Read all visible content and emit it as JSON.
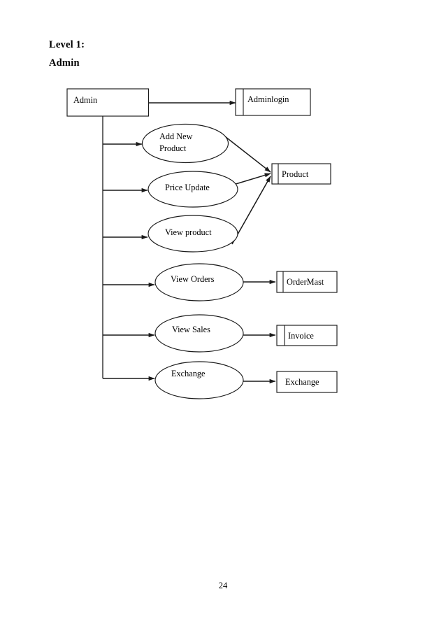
{
  "document": {
    "heading_line1": "Level 1:",
    "heading_line2": "Admin",
    "page_number": "24"
  },
  "chart_data": {
    "type": "diagram",
    "diagram_kind": "data-flow-diagram",
    "title": "Level 1: Admin",
    "external_entities": [
      {
        "id": "admin",
        "label": "Admin",
        "shape": "rectangle"
      }
    ],
    "processes": [
      {
        "id": "add-new-product",
        "label": "Add New Product",
        "label_lines": [
          "Add New",
          "Product"
        ],
        "shape": "ellipse"
      },
      {
        "id": "price-update",
        "label": "Price Update",
        "label_lines": [
          "Price Update"
        ],
        "shape": "ellipse"
      },
      {
        "id": "view-product",
        "label": "View product",
        "label_lines": [
          "View product"
        ],
        "shape": "ellipse"
      },
      {
        "id": "view-orders",
        "label": "View Orders",
        "label_lines": [
          "View Orders"
        ],
        "shape": "ellipse"
      },
      {
        "id": "view-sales",
        "label": "View Sales",
        "label_lines": [
          "View Sales"
        ],
        "shape": "ellipse"
      },
      {
        "id": "exchange-process",
        "label": "Exchange",
        "label_lines": [
          "Exchange"
        ],
        "shape": "ellipse"
      }
    ],
    "data_stores": [
      {
        "id": "adminlogin",
        "label": "Adminlogin",
        "shape": "open-rectangle"
      },
      {
        "id": "product",
        "label": "Product",
        "shape": "open-rectangle"
      },
      {
        "id": "ordermast",
        "label": "OrderMast",
        "shape": "open-rectangle"
      },
      {
        "id": "invoice",
        "label": "Invoice",
        "shape": "open-rectangle"
      },
      {
        "id": "exchange-store",
        "label": "Exchange",
        "shape": "rectangle"
      }
    ],
    "flows": [
      {
        "from": "admin",
        "to": "adminlogin"
      },
      {
        "from": "admin",
        "to": "add-new-product"
      },
      {
        "from": "admin",
        "to": "price-update"
      },
      {
        "from": "admin",
        "to": "view-product"
      },
      {
        "from": "admin",
        "to": "view-orders"
      },
      {
        "from": "admin",
        "to": "view-sales"
      },
      {
        "from": "admin",
        "to": "exchange-process"
      },
      {
        "from": "add-new-product",
        "to": "product"
      },
      {
        "from": "price-update",
        "to": "product"
      },
      {
        "from": "view-product",
        "to": "product"
      },
      {
        "from": "view-orders",
        "to": "ordermast"
      },
      {
        "from": "view-sales",
        "to": "invoice"
      },
      {
        "from": "exchange-process",
        "to": "exchange-store"
      }
    ],
    "colors": {
      "stroke": "#1a1a1a",
      "fill": "#ffffff",
      "text": "#000000",
      "background": "#ffffff"
    }
  }
}
